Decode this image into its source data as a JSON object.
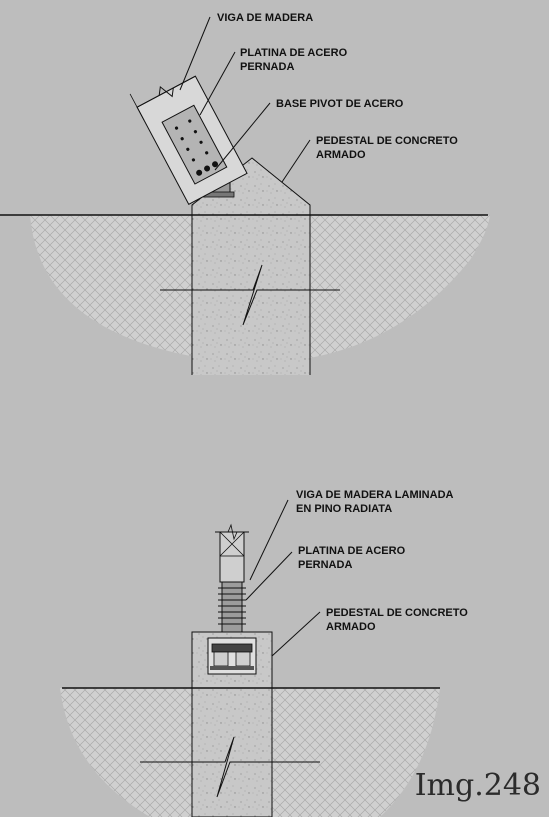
{
  "top_detail": {
    "labels": {
      "beam": "VIGA DE MADERA",
      "plate_line1": "PLATINA DE ACERO",
      "plate_line2": "PERNADA",
      "pivot": "BASE PIVOT DE ACERO",
      "pedestal_line1": "PEDESTAL DE CONCRETO",
      "pedestal_line2": "ARMADO"
    }
  },
  "bottom_detail": {
    "labels": {
      "beam_line1": "VIGA DE MADERA LAMINADA",
      "beam_line2": "EN PINO RADIATA",
      "plate_line1": "PLATINA DE ACERO",
      "plate_line2": "PERNADA",
      "pedestal_line1": "PEDESTAL DE CONCRETO",
      "pedestal_line2": "ARMADO"
    }
  },
  "image_reference": "Img.248",
  "colors": {
    "background": "#bdbdbd",
    "soil": "#d2d2d2",
    "concrete": "#c6c6c6",
    "line": "#111111",
    "reference_text": "#2b2b2b"
  }
}
